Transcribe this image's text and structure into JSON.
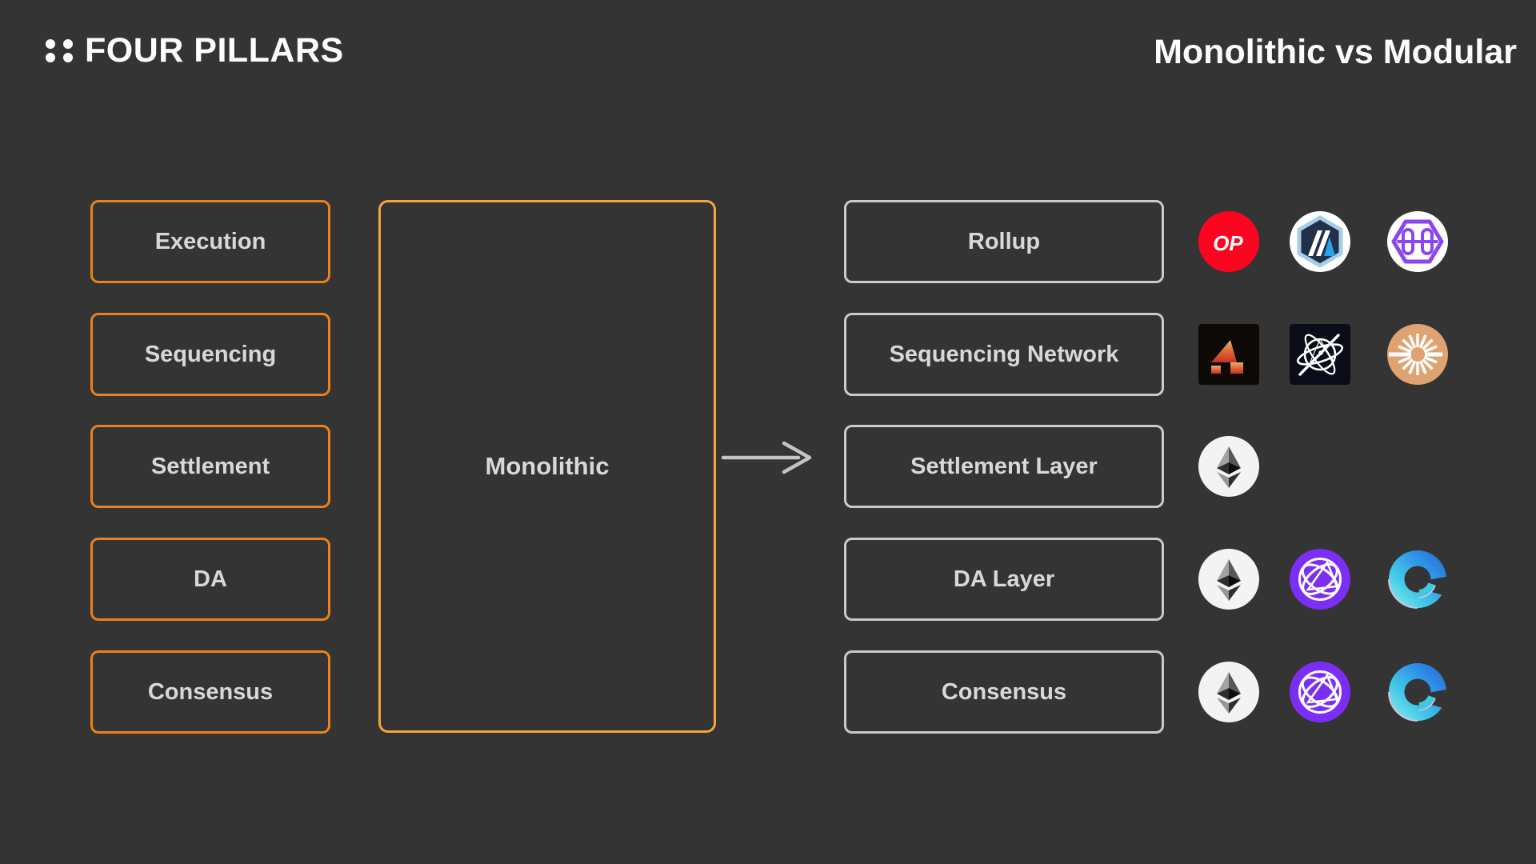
{
  "header": {
    "brand": "FOUR PILLARS",
    "title": "Monolithic vs Modular"
  },
  "monolithic": {
    "label": "Monolithic",
    "pillars": [
      "Execution",
      "Sequencing",
      "Settlement",
      "DA",
      "Consensus"
    ]
  },
  "modular": {
    "rows": [
      {
        "label": "Rollup",
        "icons": [
          "optimism",
          "arbitrum",
          "hexagon-loops"
        ]
      },
      {
        "label": "Sequencing Network",
        "icons": [
          "astria-a",
          "orbital-globe",
          "sunburst"
        ]
      },
      {
        "label": "Settlement Layer",
        "icons": [
          "ethereum"
        ]
      },
      {
        "label": "DA Layer",
        "icons": [
          "ethereum",
          "wireframe-globe",
          "blue-ring"
        ]
      },
      {
        "label": "Consensus",
        "icons": [
          "ethereum",
          "wireframe-globe",
          "blue-ring"
        ]
      }
    ]
  },
  "icon_text": {
    "optimism": "OP"
  },
  "colors": {
    "background": "#343434",
    "pillar_border": "#E9821C",
    "monolithic_border": "#F3A640",
    "modular_border": "#CACACA",
    "label_text": "#D8D8D8",
    "heading_text": "#FCFCFC",
    "arrow": "#C4C4C4",
    "optimism_red": "#FF0420",
    "arbitrum_navy": "#213147",
    "arbitrum_light_blue": "#A7CDE8",
    "arbitrum_blue": "#28A0F0",
    "hexagon_purple": "#8B45F2",
    "astria_dark": "#0D0906",
    "orbital_dark": "#0A0D18",
    "sunburst_tan": "#DFA372",
    "ethereum_bg": "#F3F3F3",
    "globe_purple": "#7D2EF5",
    "ring_blue": "#2E8FE8",
    "ring_cyan": "#8FF3E8"
  }
}
